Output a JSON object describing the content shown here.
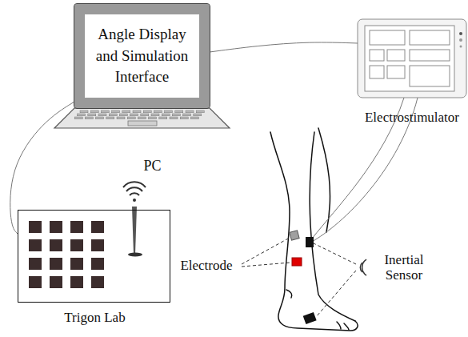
{
  "diagram": {
    "nodes": [
      {
        "text": [
          "Angle Display and Simulation Interface",
          "PC"
        ]
      },
      {
        "text": [
          "Electrostimulator"
        ]
      },
      {
        "text": [
          "Trigon Lab"
        ]
      }
    ],
    "edges": [
      {
        "from": 0,
        "to": 1,
        "arrow": "none"
      },
      {
        "from": 0,
        "to": 2,
        "arrow": "none"
      }
    ],
    "labels": [
      "Electrode",
      "Inertial Sensor"
    ]
  }
}
